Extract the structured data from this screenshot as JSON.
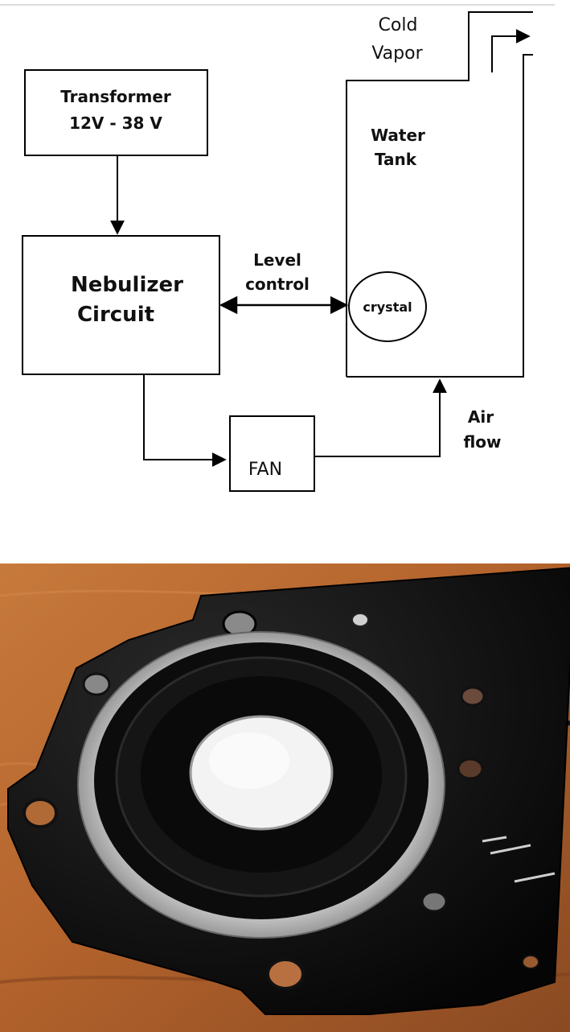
{
  "diagram": {
    "transformer": {
      "line1": "Transformer",
      "line2": "12V - 38 V"
    },
    "nebulizer": {
      "line1": "Nebulizer",
      "line2": "Circuit"
    },
    "level_control": {
      "line1": "Level",
      "line2": "control"
    },
    "tank": {
      "line1": "Water",
      "line2": "Tank"
    },
    "crystal": "crystal",
    "fan": "FAN",
    "air_flow": {
      "line1": "Air",
      "line2": "flow"
    },
    "cold_vapor": {
      "line1": "Cold",
      "line2": "Vapor"
    }
  },
  "photo": {
    "subject": "ultrasonic piezo disc in black mounting plate on wooden surface"
  }
}
